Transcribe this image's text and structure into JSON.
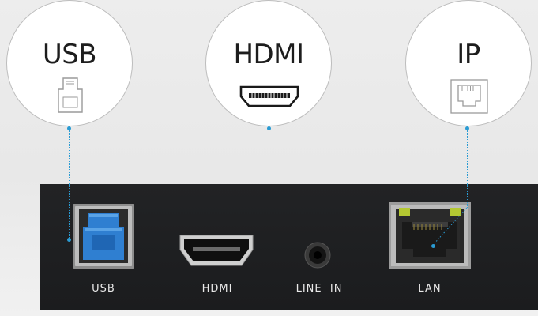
{
  "callouts": {
    "usb": {
      "title": "USB",
      "icon": "usb-b-icon"
    },
    "hdmi": {
      "title": "HDMI",
      "icon": "hdmi-icon"
    },
    "ip": {
      "title": "IP",
      "icon": "rj45-ethernet-icon"
    }
  },
  "panel": {
    "ports": {
      "usb": "USB",
      "hdmi": "HDMI",
      "line_in": "LINE  IN",
      "lan": "LAN"
    }
  },
  "colors": {
    "panel": "#1f2022",
    "leader_line": "#2a9bd3",
    "usb_blue": "#2f7fd1",
    "lan_led": "#b4c832"
  }
}
